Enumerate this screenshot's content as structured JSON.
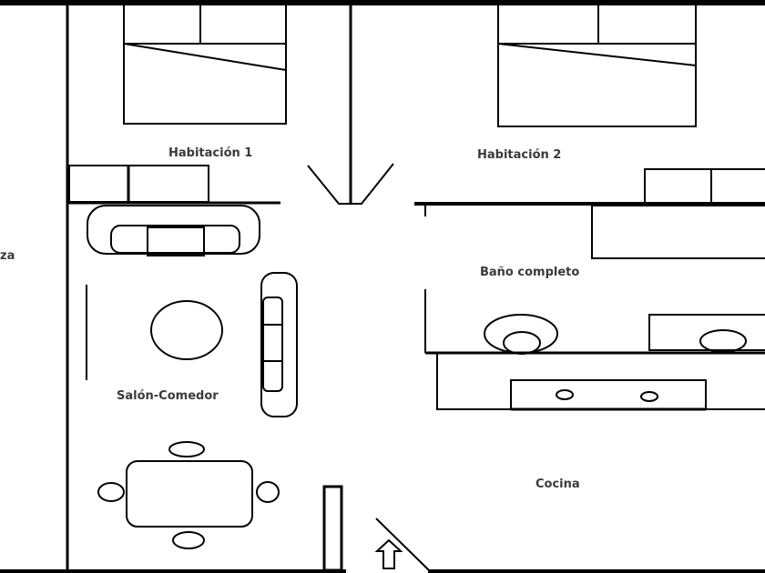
{
  "floor_plan": {
    "title": "Floor plan",
    "rooms": [
      {
        "id": "habitacion-1",
        "label": "Habitación 1"
      },
      {
        "id": "habitacion-2",
        "label": "Habitación 2"
      },
      {
        "id": "bano",
        "label": "Baño completo"
      },
      {
        "id": "salon",
        "label": "Salón-Comedor"
      },
      {
        "id": "cocina",
        "label": "Cocina"
      },
      {
        "id": "terraza",
        "label": "za"
      }
    ],
    "entrance_icon": "up-arrow-icon",
    "colors": {
      "line": "#000000",
      "text": "#3a3a3a",
      "background": "#ffffff"
    }
  }
}
